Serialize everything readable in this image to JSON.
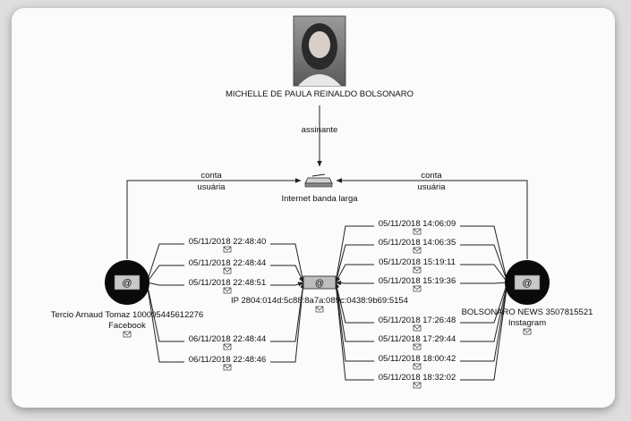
{
  "person": {
    "name": "MICHELLE DE PAULA REINALDO BOLSONARO"
  },
  "relations": {
    "subscriber": "assinante",
    "account_left": [
      "conta",
      "usuária"
    ],
    "account_right": [
      "conta",
      "usuária"
    ]
  },
  "internet": {
    "label": "Internet banda larga"
  },
  "ip": {
    "label": "IP 2804:014d:5c88:8a7a:089c:0438:9b69:5154"
  },
  "left_account": {
    "name": "Tercio Arnaud Tomaz 100005445612276",
    "platform": "Facebook"
  },
  "right_account": {
    "name": "BOLSONARO NEWS 3507815521",
    "platform": "Instagram"
  },
  "left_events": [
    "05/11/2018 22:48:40",
    "05/11/2018 22:48:44",
    "05/11/2018 22:48:51",
    "06/11/2018 22:48:44",
    "06/11/2018 22:48:46"
  ],
  "right_events": [
    "05/11/2018 14:06:09",
    "05/11/2018 14:06:35",
    "05/11/2018 15:19:11",
    "05/11/2018 15:19:36",
    "05/11/2018 17:26:48",
    "05/11/2018 17:29:44",
    "05/11/2018 18:00:42",
    "05/11/2018 18:32:02"
  ],
  "icons": {
    "account_node": "at-sign-node-icon",
    "envelope": "envelope-icon",
    "modem": "modem-icon",
    "photo": "person-photo-icon"
  }
}
